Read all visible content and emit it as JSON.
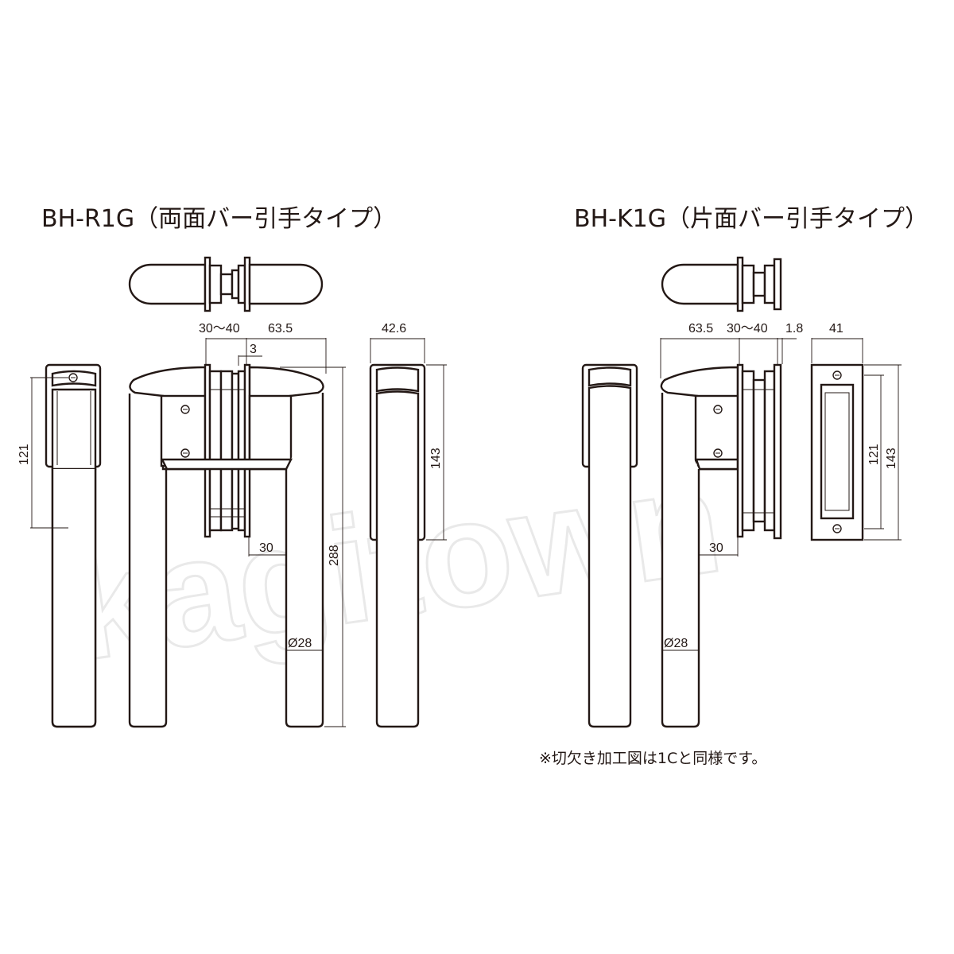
{
  "left": {
    "title": "BH-R1G（両面バー引手タイプ）",
    "dims": {
      "d_30_40": "30～40",
      "d_63_5": "63.5",
      "d_3": "3",
      "d_42_6": "42.6",
      "d_121": "121",
      "d_143": "143",
      "d_30": "30",
      "d_288": "288",
      "d_dia28": "Ø28"
    }
  },
  "right": {
    "title": "BH-K1G（片面バー引手タイプ）",
    "dims": {
      "d_63_5": "63.5",
      "d_30_40": "30～40",
      "d_1_8": "1.8",
      "d_41": "41",
      "d_121": "121",
      "d_143": "143",
      "d_30": "30",
      "d_dia28": "Ø28"
    },
    "note": "※切欠き加工図は1Cと同様です。"
  },
  "watermark": "kagitown",
  "colors": {
    "line": "#231815",
    "background": "#ffffff",
    "watermark": "#e6e6e6"
  }
}
